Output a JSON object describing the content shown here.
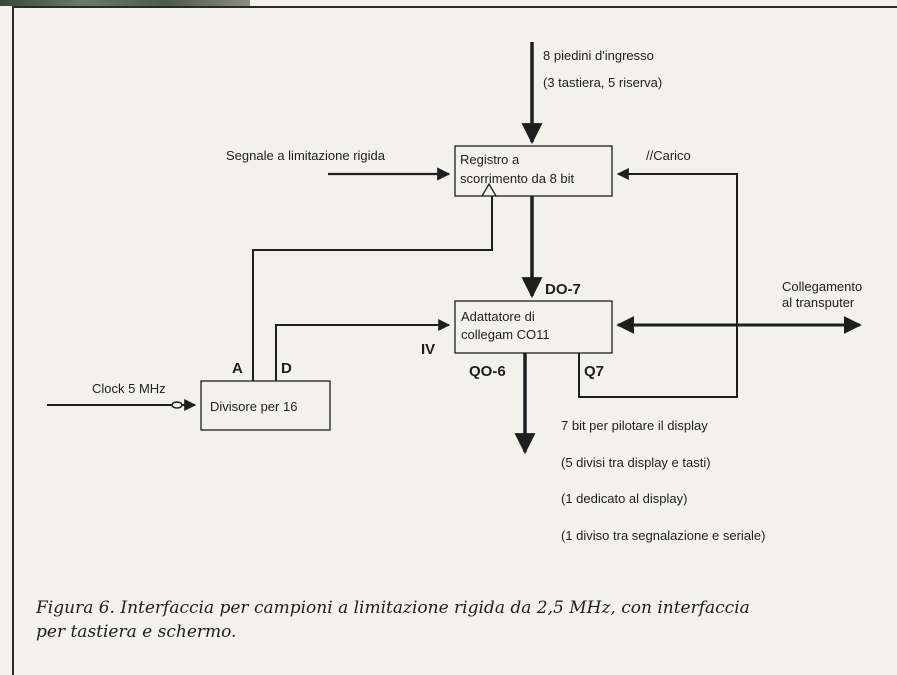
{
  "diagram": {
    "input_pins_line1": "8 piedini d'ingresso",
    "input_pins_line2": "(3 tastiera, 5 riserva)",
    "hard_limited_signal": "Segnale a limitazione rigida",
    "shift_register_line1": "Registro a",
    "shift_register_line2": "scorrimento da 8 bit",
    "load_label": "//Carico",
    "data_out_label": "DO-7",
    "link_label_line1": "Collegamento",
    "link_label_line2": "al transputer",
    "adapter_line1": "Adattatore di",
    "adapter_line2": "collegam    CO11",
    "iv_label": "IV",
    "q_out_label": "QO-6",
    "q7_label": "Q7",
    "pin_a": "A",
    "pin_d": "D",
    "clock_label": "Clock 5 MHz",
    "divider_label": "Divisore per 16",
    "display_bits_1": "7 bit per pilotare il display",
    "display_bits_2": "(5 divisi tra display e tasti)",
    "display_bits_3": "(1 dedicato al display)",
    "display_bits_4": "(1 diviso tra segnalazione e seriale)"
  },
  "caption": {
    "line1": "Figura 6. Interfaccia per campioni a limitazione rigida da 2,5 MHz, con interfaccia",
    "line2": "per tastiera e schermo."
  }
}
